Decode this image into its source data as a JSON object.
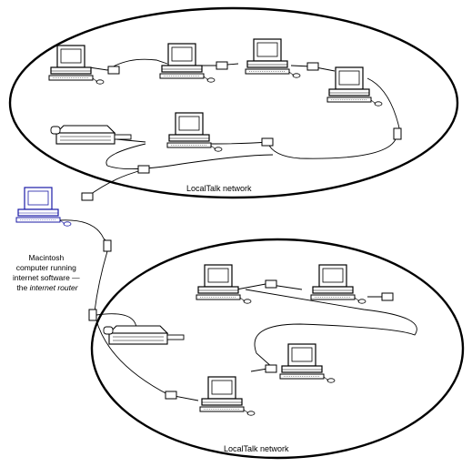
{
  "networks": {
    "top": {
      "label": "LocalTalk network"
    },
    "bottom": {
      "label": "LocalTalk network"
    }
  },
  "router": {
    "caption": {
      "line1": "Macintosh",
      "line2": "computer running",
      "line3": "internet software —",
      "line4_prefix": "the ",
      "line4_emphasis": "internet router"
    },
    "accent_color": "#1a1aa6"
  },
  "colors": {
    "line": "#000000",
    "background": "#ffffff"
  }
}
